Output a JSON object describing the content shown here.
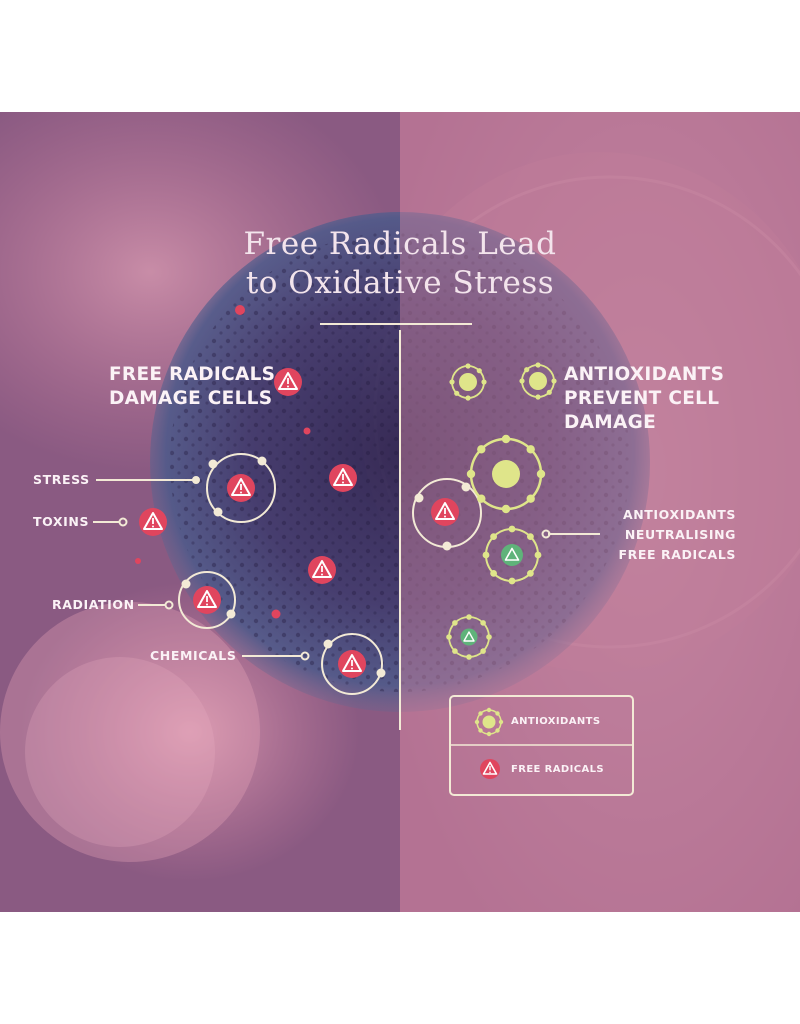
{
  "title": {
    "line1": "Free Radicals Lead",
    "line2": "to Oxidative Stress"
  },
  "left": {
    "heading_line1": "FREE RADICALS",
    "heading_line2": "DAMAGE CELLS",
    "causes": [
      "STRESS",
      "TOXINS",
      "RADIATION",
      "CHEMICALS"
    ]
  },
  "right": {
    "heading_line1": "ANTIOXIDANTS",
    "heading_line2": "PREVENT CELL",
    "heading_line3": "DAMAGE",
    "annotation_line1": "ANTIOXIDANTS",
    "annotation_line2": "NEUTRALISING",
    "annotation_line3": "FREE RADICALS"
  },
  "legend": {
    "antioxidants_label": "ANTIOXIDANTS",
    "free_radicals_label": "FREE RADICALS"
  },
  "colors": {
    "left_panel": "#8a5a82",
    "right_panel": "#b0708e",
    "free_radical": "#e0455e",
    "antioxidant": "#dfe58a",
    "neutralised": "#5fb37a",
    "line": "#f3ead6"
  },
  "icons": {
    "free_radical": "warning-triangle-icon",
    "antioxidant": "dot-ring-icon"
  }
}
